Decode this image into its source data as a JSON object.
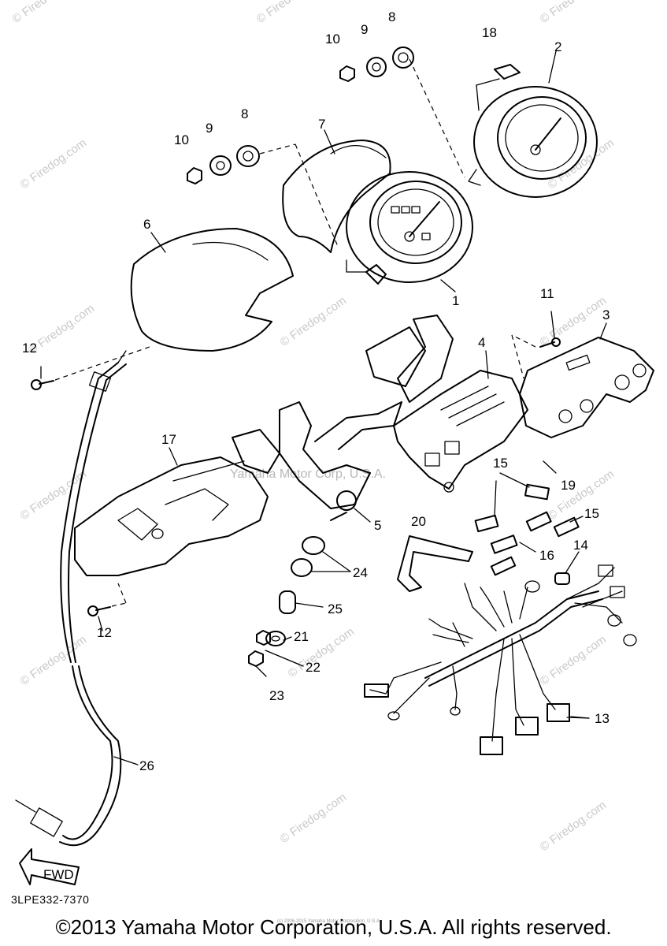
{
  "diagram_code": "3LPE332-7370",
  "copyright": "©2013 Yamaha Motor Corporation, U.S.A. All rights reserved.",
  "small_copyright": "(c) 2006-2015 Yamaha Motor Corporation, U.S.A.",
  "watermark_text": "© Firedog.com",
  "center_watermark": "Yamaha Motor Corp, U.S.A.",
  "direction_label": "FWD",
  "callouts": {
    "c1": "1",
    "c2": "2",
    "c3": "3",
    "c4": "4",
    "c5": "5",
    "c6": "6",
    "c7": "7",
    "c8a": "8",
    "c8b": "8",
    "c9a": "9",
    "c9b": "9",
    "c10a": "10",
    "c10b": "10",
    "c11": "11",
    "c12a": "12",
    "c12b": "12",
    "c13": "13",
    "c14": "14",
    "c15a": "15",
    "c15b": "15",
    "c16": "16",
    "c17": "17",
    "c18": "18",
    "c19": "19",
    "c20": "20",
    "c21": "21",
    "c22": "22",
    "c23": "23",
    "c24": "24",
    "c25": "25",
    "c26": "26"
  }
}
